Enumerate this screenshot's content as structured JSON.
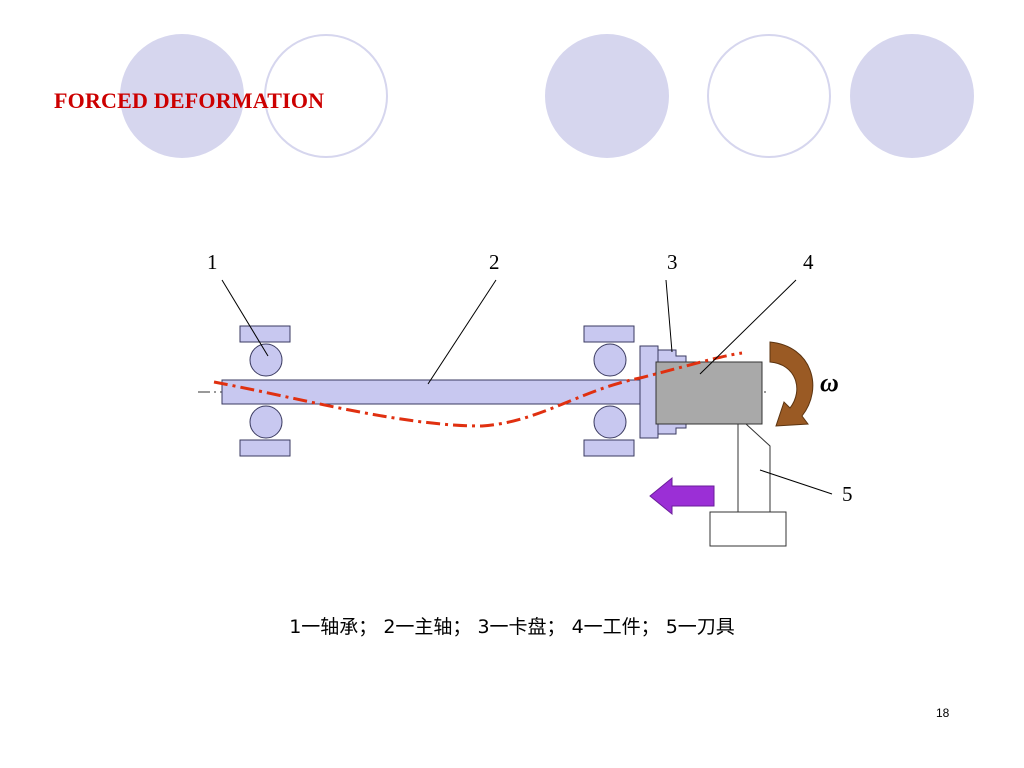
{
  "slide": {
    "title": "FORCED DEFORMATION",
    "caption": "1一轴承； 2一主轴； 3一卡盘； 4一工件； 5一刀具",
    "page_number": "18"
  },
  "diagram": {
    "labels": [
      "1",
      "2",
      "3",
      "4",
      "5"
    ],
    "rotation_symbol": "ω"
  },
  "colors": {
    "accent_circle": "#d6d6ee",
    "title": "#cc0000",
    "component_fill": "#c8c8f0",
    "component_stroke": "#3a3a60",
    "workpiece_fill": "#a9a9a9",
    "deflection_curve": "#e03010",
    "feed_arrow": "#9b2fd6",
    "rotation_arrow": "#9a5a24"
  }
}
